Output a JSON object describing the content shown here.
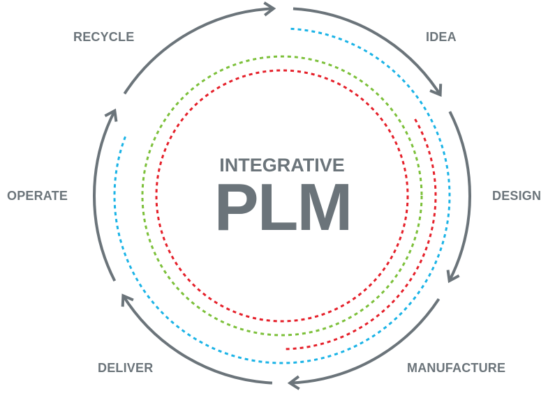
{
  "title": {
    "line1": "INTEGRATIVE",
    "line2": "PLM"
  },
  "stages": [
    "IDEA",
    "DESIGN",
    "MANUFACTURE",
    "DELIVER",
    "OPERATE",
    "RECYCLE"
  ],
  "colors": {
    "gray": "#6b747a",
    "blue": "#1ab3e6",
    "green": "#7cc03a",
    "red": "#e5202a"
  }
}
